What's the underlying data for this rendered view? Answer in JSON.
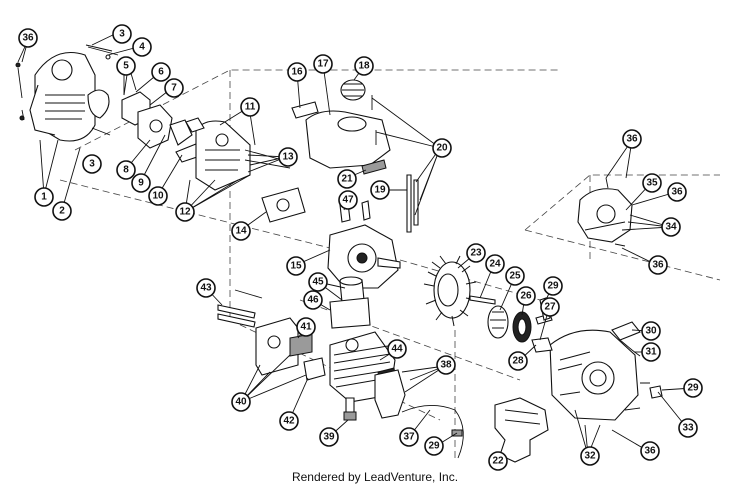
{
  "credit": "Rendered by LeadVenture, Inc.",
  "callouts": [
    {
      "id": "c1",
      "label": "1"
    },
    {
      "id": "c2",
      "label": "2"
    },
    {
      "id": "c3a",
      "label": "3"
    },
    {
      "id": "c3b",
      "label": "3"
    },
    {
      "id": "c4",
      "label": "4"
    },
    {
      "id": "c5",
      "label": "5"
    },
    {
      "id": "c6",
      "label": "6"
    },
    {
      "id": "c7",
      "label": "7"
    },
    {
      "id": "c8",
      "label": "8"
    },
    {
      "id": "c9",
      "label": "9"
    },
    {
      "id": "c10",
      "label": "10"
    },
    {
      "id": "c11",
      "label": "11"
    },
    {
      "id": "c12",
      "label": "12"
    },
    {
      "id": "c13",
      "label": "13"
    },
    {
      "id": "c14",
      "label": "14"
    },
    {
      "id": "c15",
      "label": "15"
    },
    {
      "id": "c16",
      "label": "16"
    },
    {
      "id": "c17",
      "label": "17"
    },
    {
      "id": "c18",
      "label": "18"
    },
    {
      "id": "c19",
      "label": "19"
    },
    {
      "id": "c20",
      "label": "20"
    },
    {
      "id": "c21",
      "label": "21"
    },
    {
      "id": "c22",
      "label": "22"
    },
    {
      "id": "c23",
      "label": "23"
    },
    {
      "id": "c24",
      "label": "24"
    },
    {
      "id": "c25",
      "label": "25"
    },
    {
      "id": "c26",
      "label": "26"
    },
    {
      "id": "c27",
      "label": "27"
    },
    {
      "id": "c28",
      "label": "28"
    },
    {
      "id": "c29a",
      "label": "29"
    },
    {
      "id": "c29b",
      "label": "29"
    },
    {
      "id": "c29c",
      "label": "29"
    },
    {
      "id": "c30",
      "label": "30"
    },
    {
      "id": "c31",
      "label": "31"
    },
    {
      "id": "c32",
      "label": "32"
    },
    {
      "id": "c33",
      "label": "33"
    },
    {
      "id": "c34",
      "label": "34"
    },
    {
      "id": "c35",
      "label": "35"
    },
    {
      "id": "c36a",
      "label": "36"
    },
    {
      "id": "c36b",
      "label": "36"
    },
    {
      "id": "c36c",
      "label": "36"
    },
    {
      "id": "c36d",
      "label": "36"
    },
    {
      "id": "c36e",
      "label": "36"
    },
    {
      "id": "c37",
      "label": "37"
    },
    {
      "id": "c38",
      "label": "38"
    },
    {
      "id": "c39",
      "label": "39"
    },
    {
      "id": "c40",
      "label": "40"
    },
    {
      "id": "c41",
      "label": "41"
    },
    {
      "id": "c42",
      "label": "42"
    },
    {
      "id": "c43",
      "label": "43"
    },
    {
      "id": "c44",
      "label": "44"
    },
    {
      "id": "c45",
      "label": "45"
    },
    {
      "id": "c46",
      "label": "46"
    },
    {
      "id": "c47",
      "label": "47"
    }
  ]
}
